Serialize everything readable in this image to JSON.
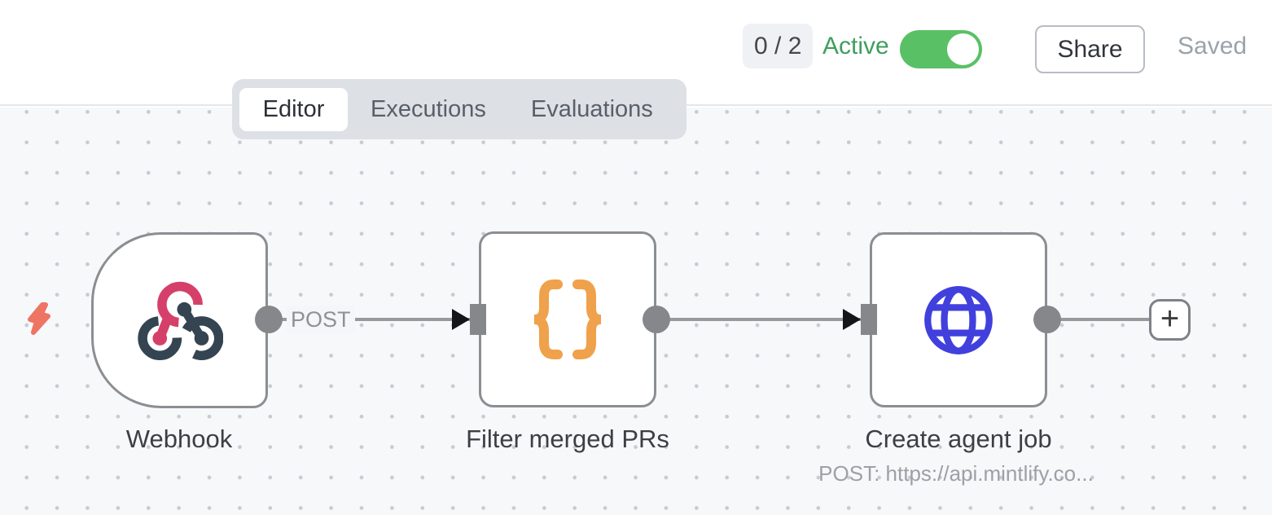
{
  "header": {
    "issues_badge": "0 / 2",
    "active_label": "Active",
    "toggle_state": "on",
    "share_label": "Share",
    "saved_label": "Saved"
  },
  "tabs": [
    {
      "label": "Editor",
      "active": true
    },
    {
      "label": "Executions",
      "active": false
    },
    {
      "label": "Evaluations",
      "active": false
    }
  ],
  "canvas": {
    "nodes": [
      {
        "label": "Webhook",
        "icon": "webhook-icon",
        "shape": "trigger"
      },
      {
        "label": "Filter merged PRs",
        "icon": "code-braces-icon",
        "shape": "square"
      },
      {
        "label": "Create agent job",
        "subtitle": "POST: https://api.mintlify.co...",
        "icon": "globe-icon",
        "shape": "square"
      }
    ],
    "connections": [
      {
        "from": "Webhook",
        "to": "Filter merged PRs",
        "label": "POST"
      },
      {
        "from": "Filter merged PRs",
        "to": "Create agent job",
        "label": ""
      },
      {
        "from": "Create agent job",
        "to": "add-node-button",
        "label": ""
      }
    ],
    "add_button_label": "+"
  },
  "colors": {
    "accent_green": "#5ac066",
    "active_text_green": "#3f9e5e",
    "node_border_gray": "#8b8e92",
    "wire_gray": "#97999d",
    "webhook_pink": "#d5406a",
    "webhook_dark": "#344450",
    "code_orange": "#f0a14b",
    "http_blue": "#4140dd",
    "bolt_salmon": "#ee7464",
    "canvas_bg": "#f6f8fa"
  }
}
